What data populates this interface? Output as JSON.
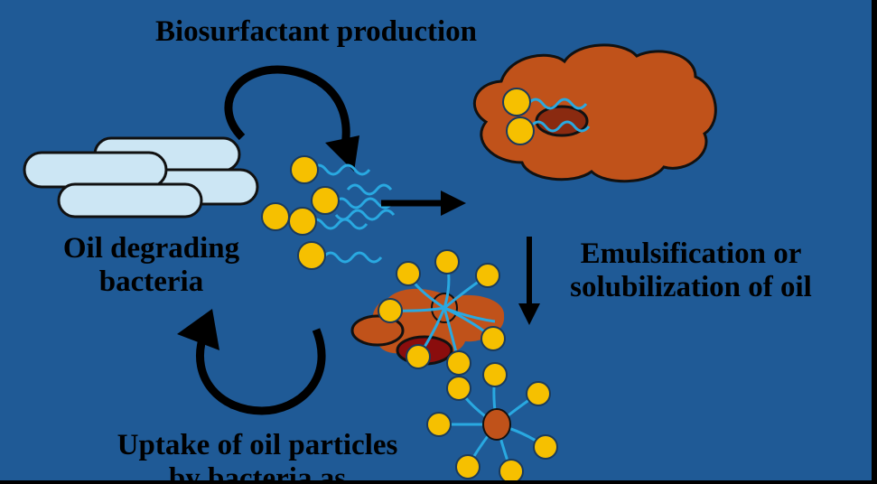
{
  "labels": {
    "production": "Biosurfactant production",
    "bacteria_line1": "Oil degrading",
    "bacteria_line2": "bacteria",
    "emulsify_line1": "Emulsification or",
    "emulsify_line2": "solubilization of oil",
    "uptake_line1": "Uptake of oil particles",
    "uptake_line2": "by bacteria as"
  },
  "colors": {
    "background": "#1f5a96",
    "bacteria_fill": "#cce6f4",
    "oil_fill": "#c0521a",
    "oil_core": "#8a0d0d",
    "surfactant_head": "#f6c000",
    "surfactant_tail": "#29a9e1",
    "arrow": "#000000"
  }
}
